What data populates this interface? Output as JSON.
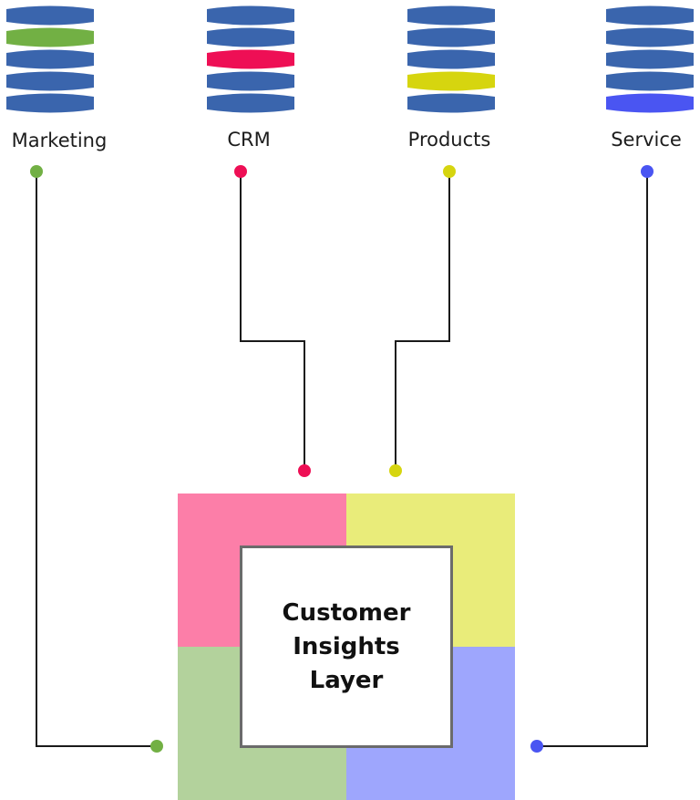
{
  "sources": [
    {
      "label": "Marketing",
      "icon": "database-icon",
      "accent": "#72b044"
    },
    {
      "label": "CRM",
      "icon": "database-icon",
      "accent": "#ee0f55"
    },
    {
      "label": "Products",
      "icon": "database-icon",
      "accent": "#d6d50f"
    },
    {
      "label": "Service",
      "icon": "database-icon",
      "accent": "#4a55f2"
    }
  ],
  "center": {
    "title_line1": "Customer",
    "title_line2": "Insights",
    "title_line3": "Layer"
  },
  "colors": {
    "database_body": "#3a65ad",
    "connector_line": "#1a1a1a",
    "quad_top_left": "#fc7ea8",
    "quad_top_right": "#e9ec7a",
    "quad_bottom_left": "#b3d29c",
    "quad_bottom_right": "#9ea6fd",
    "center_border": "#6b6b6b"
  }
}
